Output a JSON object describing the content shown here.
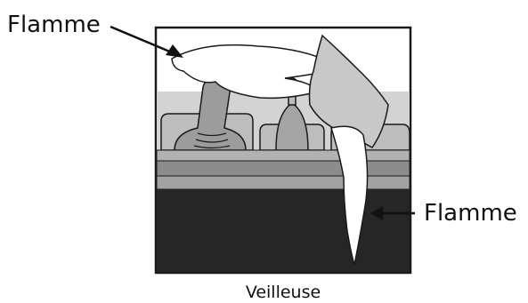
{
  "diagram": {
    "labels": {
      "flame_top": "Flamme",
      "flame_right": "Flamme",
      "caption": "Veilleuse"
    },
    "colors": {
      "outline": "#1a1a1a",
      "background": "#ffffff",
      "inner_panel": "#d3d3d3",
      "component_gray": "#bdbdbd",
      "rail_light": "#b2b2b2",
      "rail_dark": "#8c8c8c",
      "base_black": "#262626",
      "flame_white": "#ffffff"
    }
  }
}
